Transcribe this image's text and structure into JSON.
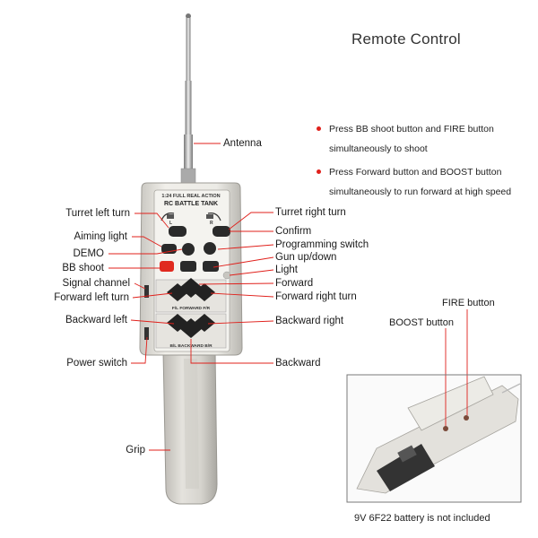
{
  "title": "Remote Control",
  "instructions": [
    {
      "line1": "Press BB shoot button and FIRE button",
      "line2": "simultaneously to shoot"
    },
    {
      "line1": "Press Forward button and BOOST button",
      "line2": "simultaneously to run forward at high speed"
    }
  ],
  "device_text": {
    "line1": "1:24 FULL REAL ACTION",
    "line2": "RC BATTLE TANK",
    "forward": "F/L  FORWARD  F/R",
    "backward": "B/L  BACKWARD  B/R"
  },
  "labels_left": {
    "turret_left": "Turret left turn",
    "aiming_light": "Aiming light",
    "demo": "DEMO",
    "bb_shoot": "BB shoot",
    "signal_channel": "Signal channel",
    "forward_left": "Forward left turn",
    "backward_left": "Backward left",
    "power_switch": "Power switch",
    "grip": "Grip"
  },
  "labels_right": {
    "antenna": "Antenna",
    "turret_right": "Turret right turn",
    "confirm": "Confirm",
    "programming": "Programming switch",
    "gun": "Gun up/down",
    "light": "Light",
    "forward": "Forward",
    "forward_right": "Forward right turn",
    "backward_right": "Backward right",
    "backward": "Backward"
  },
  "inset": {
    "fire": "FIRE button",
    "boost": "BOOST button",
    "caption": "9V 6F22 battery is not included"
  },
  "colors": {
    "bullet": "#e0201b",
    "leader": "#e0201b"
  }
}
